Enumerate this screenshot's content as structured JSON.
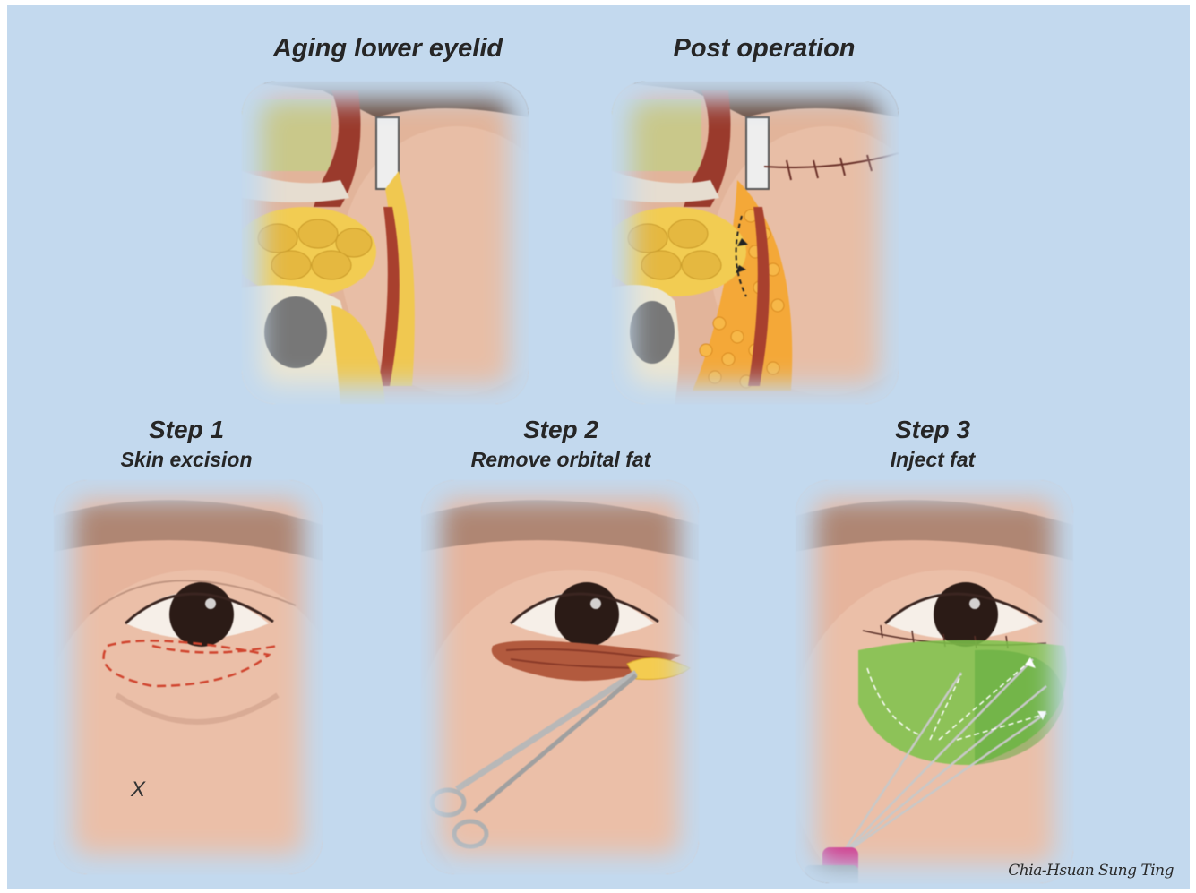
{
  "panels": {
    "aging": {
      "title": "Aging lower eyelid"
    },
    "post": {
      "title": "Post operation"
    },
    "step1": {
      "step": "Step 1",
      "caption": "Skin excision",
      "marker": "X"
    },
    "step2": {
      "step": "Step 2",
      "caption": "Remove orbital fat"
    },
    "step3": {
      "step": "Step 3",
      "caption": "Inject fat"
    }
  },
  "signature": "Chia-Hsuan Sung Ting",
  "colors": {
    "background": "#c3d9ee",
    "skin": "#e8b8a0",
    "fat": "#f2cc52",
    "muscle": "#b04a3a",
    "incision": "#d0442e",
    "injection_zone": "#7cc24a",
    "syringe": "#d23c8c"
  }
}
